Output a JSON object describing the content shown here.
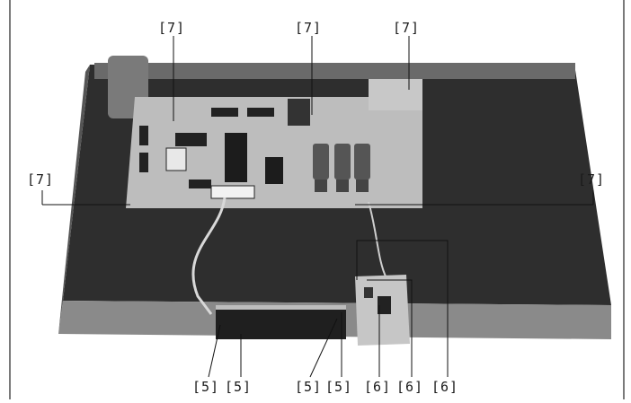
{
  "figure": {
    "description_visible": false,
    "colors": {
      "background": "#ffffff",
      "chassis": "#2e2e2e",
      "chassis_edge": "#8a8a8a",
      "pcb": "#bdbdbd",
      "leader": "#111111"
    }
  },
  "callouts": {
    "top": [
      "[7]",
      "[7]",
      "[7]"
    ],
    "left": "[7]",
    "right": "[7]",
    "bottom": [
      "[5]",
      "[5]",
      "[5]",
      "[5]",
      "[6]",
      "[6]",
      "[6]"
    ]
  }
}
